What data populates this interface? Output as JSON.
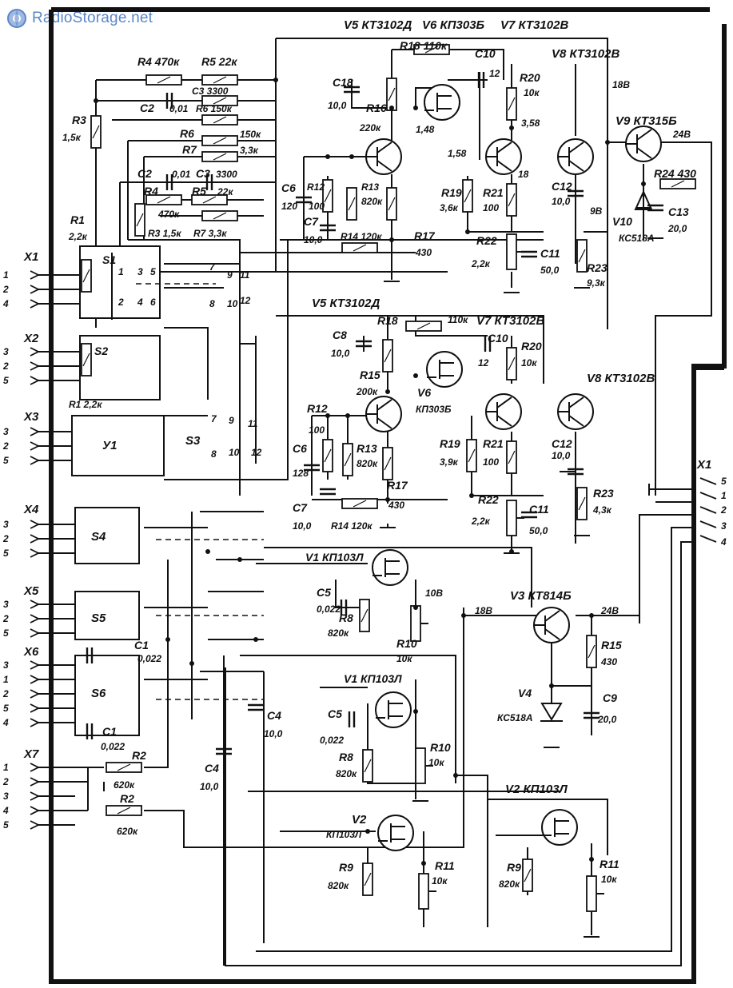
{
  "watermark": {
    "text": "RadioStorage.net",
    "icon": "radio-storage-logo-icon",
    "color": "#5b86c8"
  },
  "header_labels": {
    "v5": "V5 КТ3102Д",
    "v6": "V6 КП303Б",
    "v7": "V7 КТ3102В",
    "v8": "V8 КТ3102В",
    "v9": "V9 КТ315Б"
  },
  "upper_amp": {
    "r4": "R4 470к",
    "r5": "R5 22к",
    "c3": "C3 3300",
    "c2": "C2",
    "c2v": "0,01",
    "r6": "R6 150к",
    "r6b": "R6",
    "r6bv": "150к",
    "r7": "R7",
    "r7v": "3,3к",
    "r3": "R3",
    "r3v": "1,5к",
    "c2b": "C2",
    "c2bv": "0,01",
    "c3b": "C3",
    "c3bv": "3300",
    "r4b": "R4",
    "r4bv": "470к",
    "r5b": "R5",
    "r5bv": "22к",
    "r3b": "R3 1,5к",
    "r7b": "R7 3,3к",
    "r18": "R18 110к",
    "c10": "C10",
    "c10v": "12",
    "r20": "R20",
    "r20v": "10к",
    "c18": "C18",
    "c18v": "10,0",
    "r16": "R16",
    "r16v": "220к",
    "v148": "1,48",
    "v358": "3,58",
    "v158": "1,58",
    "v18": "18",
    "c6": "C6",
    "c6v": "120",
    "r12": "R12",
    "r12v": "100",
    "r13": "R13",
    "r13v": "820к",
    "r19": "R19",
    "r19v": "3,6к",
    "r21": "R21",
    "r21v": "100",
    "c12": "C12",
    "c12v": "10,0",
    "v98": "9В",
    "c7": "C7",
    "c7v": "10,0",
    "r14": "R14 120к",
    "r17": "R17",
    "r17v": "430",
    "r22": "R22",
    "r22v": "2,2к",
    "c11": "C11",
    "c11v": "50,0",
    "r23": "R23",
    "r23v": "9,3к",
    "v188": "18В",
    "v248": "24В",
    "r24": "R24 430",
    "v10": "V10",
    "v10t": "КС518А",
    "c13": "C13",
    "c13v": "20,0"
  },
  "lower_amp": {
    "v5": "V5 КТ3102Д",
    "v7": "V7 КТ3102В",
    "v8": "V8 КТ3102В",
    "r18": "R18",
    "r18v": "110к",
    "c10": "C10",
    "c10v": "12",
    "r20": "R20",
    "r20v": "10к",
    "c8": "C8",
    "c8v": "10,0",
    "r15": "R15",
    "r15v": "200к",
    "v6": "V6",
    "v6t": "КП303Б",
    "r12": "R12",
    "r12v": "100",
    "r13": "R13",
    "r13v": "820к",
    "c6": "C6",
    "c6v": "128",
    "r19": "R19",
    "r19v": "3,9к",
    "r21": "R21",
    "r21v": "100",
    "c12": "C12",
    "c12v": "10,0",
    "r17": "R17",
    "r17v": "430",
    "c7": "C7",
    "c7v": "10,0",
    "r14": "R14 120к",
    "r22": "R22",
    "r22v": "2,2к",
    "c11": "C11",
    "c11v": "50,0",
    "r23": "R23",
    "r23v": "4,3к"
  },
  "switches": {
    "s1": "S1",
    "s2": "S2",
    "s3": "S3",
    "s4": "S4",
    "s5": "S5",
    "s6": "S6",
    "y1": "У1",
    "s1_pins": [
      "1",
      "2",
      "3",
      "4",
      "5",
      "6"
    ],
    "s1_side": [
      "7",
      "8",
      "9",
      "10",
      "11",
      "12"
    ],
    "s3_pins": [
      "7",
      "8",
      "9",
      "10",
      "11",
      "12"
    ]
  },
  "inputs": {
    "x1": "X1",
    "x1_pins": [
      "1",
      "2",
      "4"
    ],
    "x2": "X2",
    "x2_pins": [
      "3",
      "2",
      "5"
    ],
    "x3": "X3",
    "x3_pins": [
      "3",
      "2",
      "5"
    ],
    "x4": "X4",
    "x4_pins": [
      "3",
      "2",
      "5"
    ],
    "x5": "X5",
    "x5_pins": [
      "3",
      "2",
      "5"
    ],
    "x6": "X6",
    "x6_pins": [
      "3",
      "1",
      "2",
      "5",
      "4"
    ],
    "x7": "X7",
    "x7_pins": [
      "1",
      "2",
      "3",
      "4",
      "5"
    ],
    "r1": "R1",
    "r1v": "2,2к",
    "r1b": "R1 2,2к",
    "c1": "C1",
    "c1v": "0,022",
    "c1b": "C1",
    "c1bv": "0,022",
    "r2": "R2",
    "r2v": "620к",
    "r2b": "R2",
    "r2bv": "620к"
  },
  "output": {
    "x1": "X1",
    "pins": [
      "5",
      "1",
      "2",
      "3",
      "4"
    ]
  },
  "preamp": {
    "v1": "V1 КП103Л",
    "c5": "C5",
    "c5v": "0,022",
    "r8": "R8",
    "r8v": "820к",
    "r10": "R10",
    "r10v": "10к",
    "v108": "10В",
    "v188": "18В",
    "v3": "V3 КТ814Б",
    "v248": "24В",
    "r15": "R15",
    "r15v": "430",
    "v4": "V4",
    "v4t": "КС518А",
    "c9": "C9",
    "c9v": "20,0",
    "c4": "C4",
    "c4v": "10,0",
    "c4b": "C4",
    "c4bv": "10,0",
    "v1b": "V1 КП103Л",
    "c5b": "C5",
    "c5bv": "0,022",
    "r8b": "R8",
    "r8bv": "820к",
    "r10b": "R10",
    "r10bv": "10к",
    "v2": "V2",
    "v2t": "КП103Л",
    "r9": "R9",
    "r9v": "820к",
    "r11": "R11",
    "r11v": "10к",
    "v2b": "V2 КП103Л",
    "r9b": "R9",
    "r9bv": "820к",
    "r11b": "R11",
    "r11bv": "10к"
  }
}
